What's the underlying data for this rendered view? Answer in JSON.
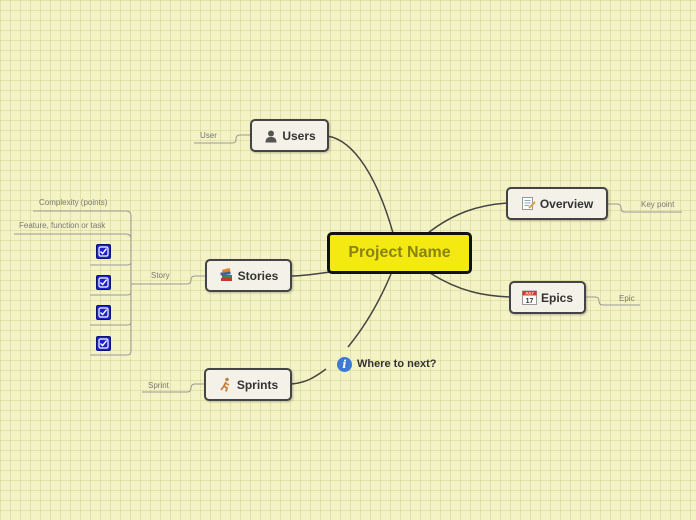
{
  "central": {
    "label": "Project Name"
  },
  "topics": {
    "users": {
      "label": "Users",
      "icon": "user-icon",
      "sub": "User"
    },
    "stories": {
      "label": "Stories",
      "icon": "books-icon",
      "sub": "Story",
      "children": [
        "Complexity (points)",
        "Feature, function or task"
      ],
      "task_count": 4
    },
    "sprints": {
      "label": "Sprints",
      "icon": "runner-icon",
      "sub": "Sprint"
    },
    "overview": {
      "label": "Overview",
      "icon": "document-icon",
      "sub": "Key point"
    },
    "epics": {
      "label": "Epics",
      "icon": "calendar-icon",
      "sub": "Epic",
      "calendar_month": "JULY",
      "calendar_day": "17"
    }
  },
  "floating": {
    "label": "Where to next?",
    "icon": "info-icon",
    "icon_glyph": "i"
  },
  "colors": {
    "background": "#f4f3c6",
    "central_fill": "#f4ea11",
    "central_text": "#8a8211",
    "node_fill": "#f4f1e8",
    "task_icon": "#1d22c9"
  }
}
